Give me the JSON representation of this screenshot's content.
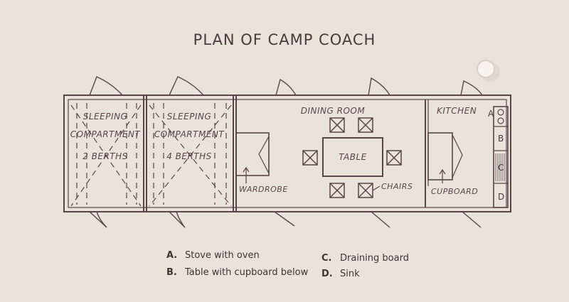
{
  "title": "PLAN OF CAMP COACH",
  "rooms": {
    "sleeping1": [
      "SLEEPING",
      "COMPARTMENT",
      "2 BERTHS"
    ],
    "sleeping2": [
      "SLEEPING",
      "COMPARTMENT",
      "4 BERTHS"
    ],
    "wardrobe": "WARDROBE",
    "dining": "DINING ROOM",
    "table": "TABLE",
    "chairs": "CHAIRS",
    "kitchen": "KITCHEN",
    "cupboard": "CUPBOARD"
  },
  "fixtures": {
    "a": "A",
    "b": "B",
    "c": "C",
    "d": "D"
  },
  "legend": [
    {
      "key": "A.",
      "text": "Stove with oven"
    },
    {
      "key": "B.",
      "text": "Table with cupboard below"
    },
    {
      "key": "C.",
      "text": "Draining board"
    },
    {
      "key": "D.",
      "text": "Sink"
    }
  ],
  "colors": {
    "ink": "#5a4448",
    "paper": "#e9e3da"
  }
}
